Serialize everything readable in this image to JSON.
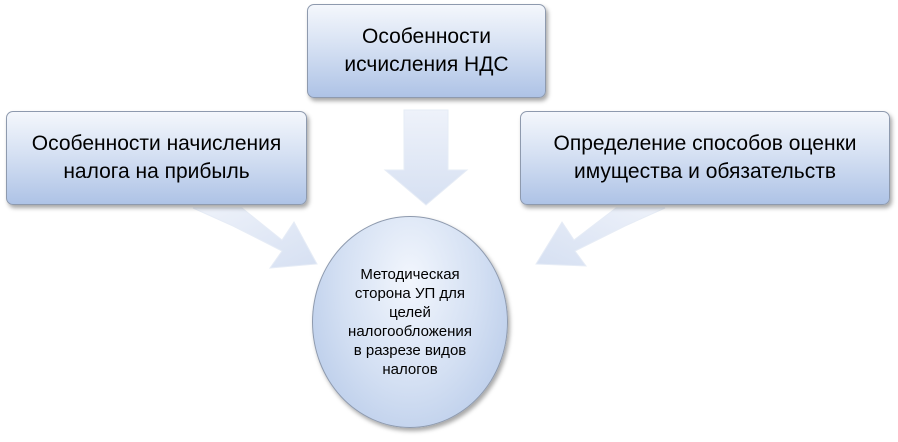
{
  "diagram": {
    "top_box": "Особенности\nисчисления НДС",
    "left_box": "Особенности начисления\nналога на прибыль",
    "right_box": "Определение способов оценки\nимущества и обязательств",
    "center": "Методическая\nсторона УП для\nцелей\nналогообложения\nв разрезе видов\nналогов"
  },
  "colors": {
    "box_fill_light": "#f4f7fc",
    "box_fill_dark": "#aec3e6",
    "arrow_fill": "#dfe7f5",
    "border": "#8e9aae"
  }
}
